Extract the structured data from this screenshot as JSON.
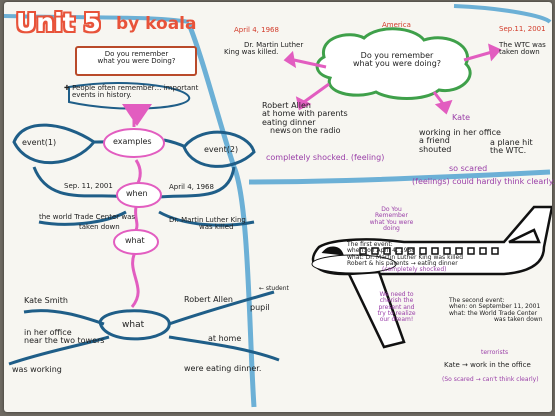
{
  "header": {
    "unit": "Unit 5",
    "author": "by koala"
  },
  "left": {
    "question": [
      "Do you remember",
      "what you were Doing?"
    ],
    "note": [
      "✚ People often remember… important",
      "events in history."
    ],
    "examples": "examples",
    "event1": "event(1)",
    "event2": "event(2)",
    "date1": "Sep. 11, 2001",
    "date2": "April 4, 1968",
    "when": "when",
    "what": "what",
    "event1_desc": "the world Trade Center was",
    "event1_desc2": "taken down",
    "event2_desc": [
      "Dr. Martin Luther King",
      "was killed"
    ],
    "kate": "Kate Smith",
    "robert": "Robert Allen",
    "pupil": "pupil",
    "pupil_arrow": "← student",
    "what2": "what",
    "office": [
      "in her office",
      "near the two towers"
    ],
    "working": "was working",
    "athome": "at home",
    "eating": "were eating dinner."
  },
  "right": {
    "top_date_left": "April 4, 1968",
    "mlk": [
      "Dr. Martin Luther",
      "King was killed."
    ],
    "cloud": [
      "Do you remember",
      "what you were doing?"
    ],
    "america": "America",
    "top_date_right": "Sep.11, 2001",
    "wtc": [
      "The WTC was",
      "taken down"
    ],
    "robert_block": [
      "Robert Allen",
      "at home with parents",
      "eating dinner",
      "news",
      "on the radio"
    ],
    "robert_feeling": "completely shocked. (feeling)",
    "kate": "Kate",
    "kate_block": [
      "working in her office",
      "a friend",
      "shouted"
    ],
    "kate_plane": [
      "a plane hit",
      "the WTC."
    ],
    "so_scared": "so scared",
    "feelings": "(feelings) could hardly think clearly."
  },
  "plane": {
    "nose": [
      "Do You",
      "Remember",
      "what You were",
      "doing"
    ],
    "first": [
      "The first event:",
      "when: on April 4, 1968",
      "what: Dr. Martin Luther King was killed",
      "Robert & his parents → eating dinner",
      "(completely shocked)"
    ],
    "wing": [
      "We need to",
      "cherish the",
      "present and",
      "try to realize",
      "our dream!"
    ],
    "second": [
      "The second event:",
      "when: on September 11, 2001",
      "what: the World Trade Center",
      "was taken down"
    ],
    "terrorists": "terrorists",
    "kate_line": "Kate → work in the office",
    "so_scared": "(So scared → can't think clearly)"
  },
  "colors": {
    "red": "#e8533a",
    "purple": "#9a3fa8",
    "teal": "#1f5e88",
    "green": "#3fa04a",
    "pink": "#e25dc0"
  }
}
